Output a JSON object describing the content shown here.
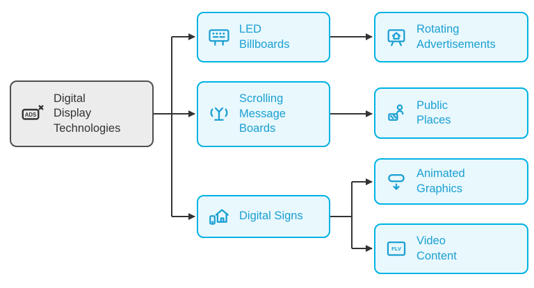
{
  "diagram": {
    "root": {
      "label": "Digital Display Technologies",
      "icon": "ads-icon",
      "icon_text": "ADS"
    },
    "branches": [
      {
        "label": "LED Billboards",
        "icon": "led-billboard-icon"
      },
      {
        "label": "Scrolling Message Boards",
        "icon": "scrolling-board-icon"
      },
      {
        "label": "Digital Signs",
        "icon": "digital-sign-icon"
      }
    ],
    "leaves": [
      {
        "label": "Rotating Advertisements",
        "icon": "rotating-ad-icon"
      },
      {
        "label": "Public Places",
        "icon": "public-places-icon"
      },
      {
        "label": "Animated Graphics",
        "icon": "animated-graphics-icon"
      },
      {
        "label": "Video Content",
        "icon": "video-content-icon",
        "icon_text": "FLV"
      }
    ]
  },
  "colors": {
    "accent": "#00b2e3",
    "accent_text": "#1b9fd2",
    "node_fill": "#e8f8fd",
    "root_fill": "#ececec",
    "root_border": "#4d4d4d",
    "root_text": "#333333",
    "connector": "#333333"
  }
}
